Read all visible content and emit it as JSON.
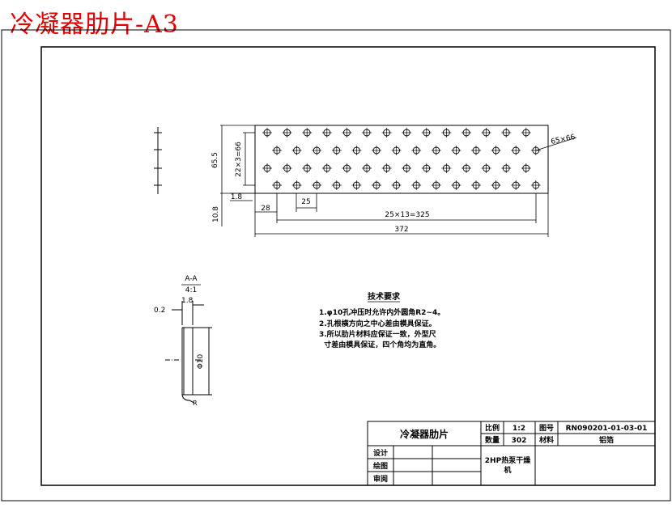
{
  "page_title": "冷凝器肋片-A3",
  "part_drawing": {
    "dims": {
      "overall_height": "65.5",
      "pitch_vertical": "22×3=66",
      "edge_margin_small": "1.8",
      "hole_spacing": "25",
      "left_margin": "28",
      "hole_span": "25×13=325",
      "overall_length": "372",
      "bottom_offset": "10.8",
      "hole_pattern_note": "65×66"
    }
  },
  "section_view": {
    "label": "A-A",
    "scale": "4:1",
    "thickness_dim": "0.2",
    "width_dim": "1.8",
    "diameter_dim": "Φ10",
    "radius_label": "R"
  },
  "tech_requirements": {
    "heading": "技术要求",
    "items": [
      "1.φ10孔冲压时允许内外圆角R2~4。",
      "2.孔根横方向之中心差由模具保证。",
      "3.所以肋片材料应保证一致，外型尺",
      "  寸差由模具保证，四个角均为直角。"
    ]
  },
  "title_block": {
    "part_name": "冷凝器肋片",
    "scale_label": "比例",
    "scale_value": "1:2",
    "drawing_no_label": "图号",
    "drawing_no_value": "RN090201-01-03-01",
    "qty_label": "数量",
    "qty_value": "302",
    "material_label": "材料",
    "material_value": "铝箔",
    "design_label": "设计",
    "drafting_label": "绘图",
    "review_label": "审阅",
    "product_line1": "2HP热泵干燥",
    "product_line2": "机"
  }
}
